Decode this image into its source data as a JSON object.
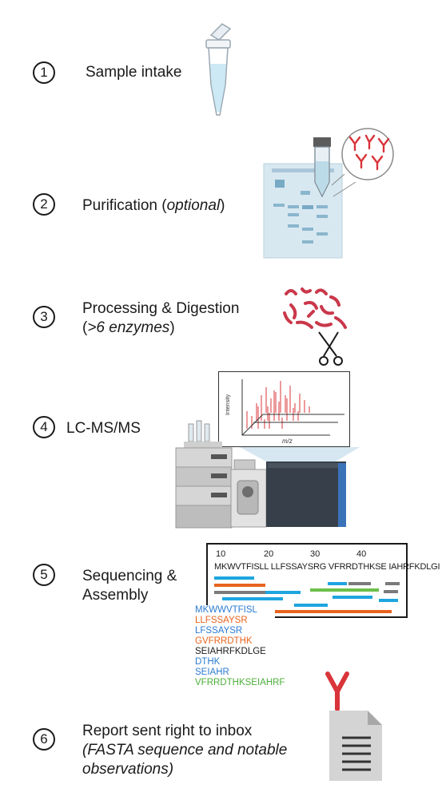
{
  "steps": [
    {
      "num": "1",
      "label": "Sample intake",
      "sub": ""
    },
    {
      "num": "2",
      "label": "Purification (",
      "sub": "optional",
      "tail": ")"
    },
    {
      "num": "3",
      "label": "Processing & Digestion",
      "line2_pre": "(",
      "sub": ">6 enzymes",
      "tail": ")"
    },
    {
      "num": "4",
      "label": "LC-MS/MS",
      "sub": ""
    },
    {
      "num": "5",
      "label": "Sequencing &",
      "line2": "Assembly",
      "sub": ""
    },
    {
      "num": "6",
      "label": "Report sent right to inbox",
      "sub": "(FASTA sequence and notable observations)",
      "sub_line1": "(FASTA sequence and notable",
      "sub_line2": "observations)"
    }
  ],
  "spectrum": {
    "xlabel": "m/z",
    "ylabel": "Intensity"
  },
  "sequence": {
    "ruler": [
      "10",
      "20",
      "30",
      "40"
    ],
    "line": "MKWVTFISLL LLFSSAYSRG VFRRDTHKSE IAHRFKDLGI"
  },
  "peptides": [
    {
      "text": "MKWWVTFISL",
      "color": "#2b7bd1"
    },
    {
      "text": "LLFSSAYSR",
      "color": "#e8641e"
    },
    {
      "text": "LFSSAYSR",
      "color": "#2b7bd1"
    },
    {
      "text": "GVFRRDTHK",
      "color": "#e8641e"
    },
    {
      "text": "SEIAHRFKDLGE",
      "color": "#1a1a1a"
    },
    {
      "text": "DTHK",
      "color": "#2b7bd1"
    },
    {
      "text": "SEIAHR",
      "color": "#2b7bd1"
    },
    {
      "text": "VFRRDTHKSEIAHRF",
      "color": "#4caf3a"
    }
  ],
  "colors": {
    "accent_red": "#d9343a",
    "blue": "#1ea5e0",
    "orange": "#e8641e",
    "gray": "#7a7a7a",
    "green": "#6cc04a"
  }
}
